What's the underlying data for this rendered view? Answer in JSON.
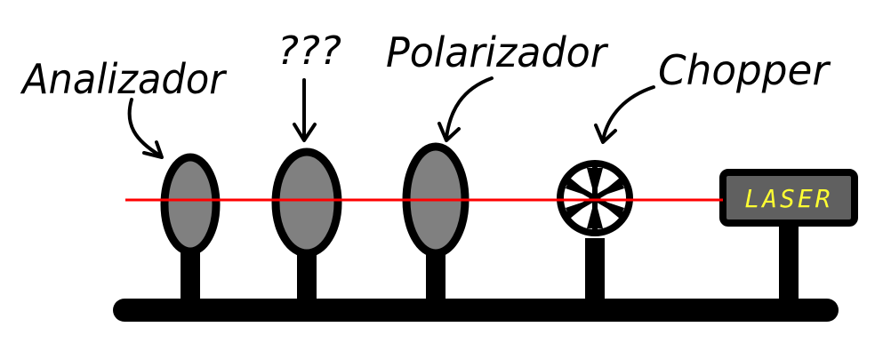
{
  "labels": {
    "analyzer": "Analizador",
    "unknown": "???",
    "polarizer": "Polarizador",
    "chopper": "Chopper",
    "laser": "LASER"
  },
  "colors": {
    "ink": "#000000",
    "lens_fill": "#808080",
    "laser_box": "#606060",
    "laser_text": "#ffff33",
    "beam": "#ff0000"
  }
}
